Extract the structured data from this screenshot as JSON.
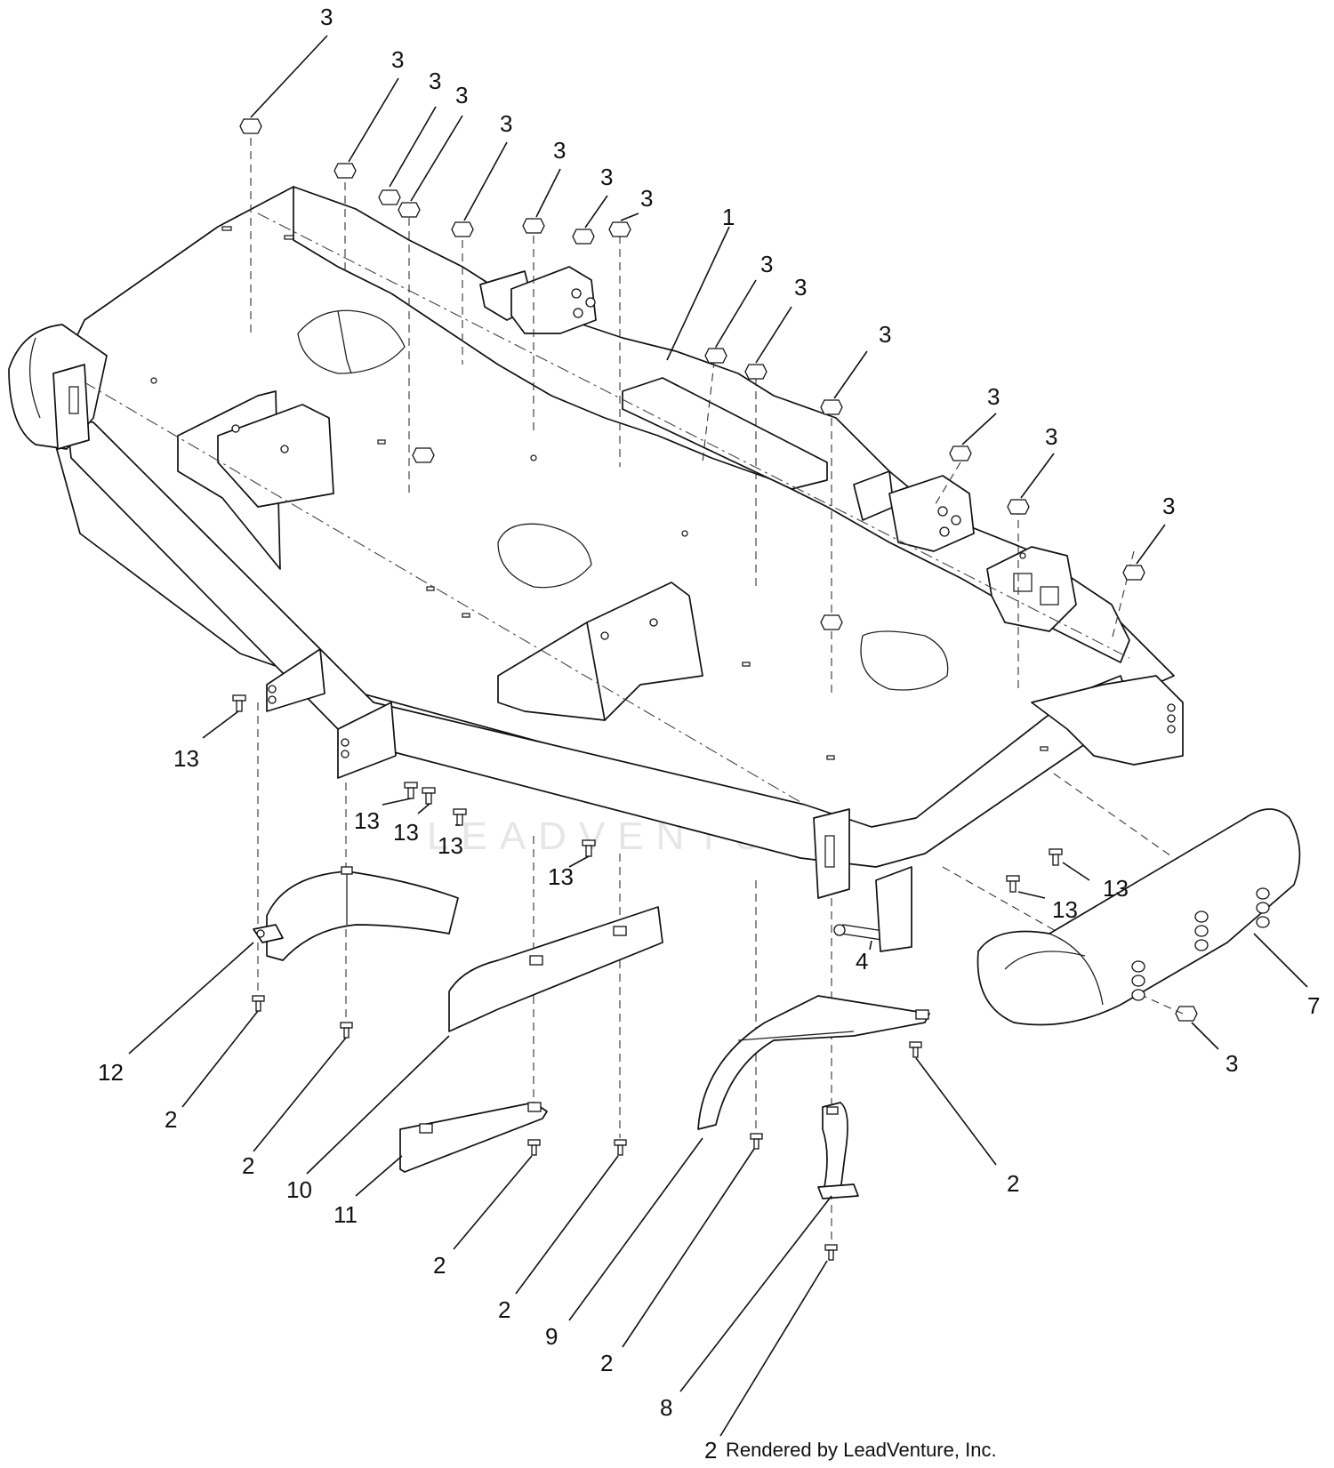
{
  "diagram": {
    "watermark": "LEADVENTURE",
    "credit": "Rendered by LeadVenture, Inc.",
    "callouts": [
      {
        "id": "c1",
        "text": "3"
      },
      {
        "id": "c2",
        "text": "3"
      },
      {
        "id": "c3",
        "text": "3"
      },
      {
        "id": "c4",
        "text": "3"
      },
      {
        "id": "c5",
        "text": "3"
      },
      {
        "id": "c6",
        "text": "3"
      },
      {
        "id": "c7",
        "text": "3"
      },
      {
        "id": "c8",
        "text": "3"
      },
      {
        "id": "c9",
        "text": "1"
      },
      {
        "id": "c10",
        "text": "3"
      },
      {
        "id": "c11",
        "text": "3"
      },
      {
        "id": "c12",
        "text": "3"
      },
      {
        "id": "c13",
        "text": "3"
      },
      {
        "id": "c14",
        "text": "3"
      },
      {
        "id": "c15",
        "text": "3"
      },
      {
        "id": "c16",
        "text": "13"
      },
      {
        "id": "c17",
        "text": "13"
      },
      {
        "id": "c18",
        "text": "13"
      },
      {
        "id": "c19",
        "text": "13"
      },
      {
        "id": "c20",
        "text": "13"
      },
      {
        "id": "c21",
        "text": "13"
      },
      {
        "id": "c22",
        "text": "13"
      },
      {
        "id": "c23",
        "text": "4"
      },
      {
        "id": "c24",
        "text": "7"
      },
      {
        "id": "c25",
        "text": "3"
      },
      {
        "id": "c26",
        "text": "12"
      },
      {
        "id": "c27",
        "text": "2"
      },
      {
        "id": "c28",
        "text": "2"
      },
      {
        "id": "c29",
        "text": "10"
      },
      {
        "id": "c30",
        "text": "11"
      },
      {
        "id": "c31",
        "text": "2"
      },
      {
        "id": "c32",
        "text": "2"
      },
      {
        "id": "c33",
        "text": "9"
      },
      {
        "id": "c34",
        "text": "2"
      },
      {
        "id": "c35",
        "text": "2"
      },
      {
        "id": "c36",
        "text": "8"
      },
      {
        "id": "c37",
        "text": "2"
      }
    ]
  }
}
